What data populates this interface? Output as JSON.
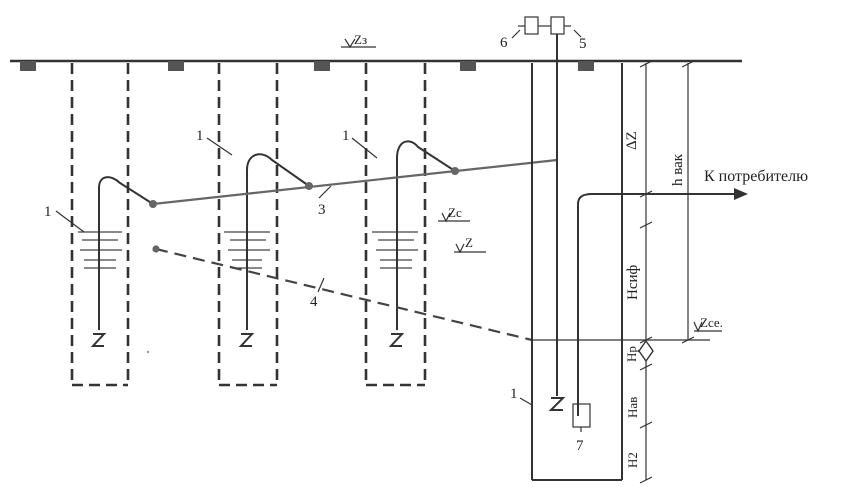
{
  "labels": {
    "well": "1",
    "collector": "3",
    "dashed_collector": "4",
    "device_5": "5",
    "device_6": "6",
    "pump": "7",
    "ground_level": "Zз",
    "static_level": "Zc",
    "dynamic_level": "Z",
    "tank_level": "Zсе.",
    "delta_z": "ΔZ",
    "h_vac": "h вак",
    "h_sif": "Hсиф",
    "h_r": "Hр",
    "h_av": "Hав",
    "h_2": "H2",
    "consumer": "К потребителю"
  },
  "colors": {
    "ink": "#333333",
    "pipe": "#666666",
    "ground_pad": "#555555"
  }
}
